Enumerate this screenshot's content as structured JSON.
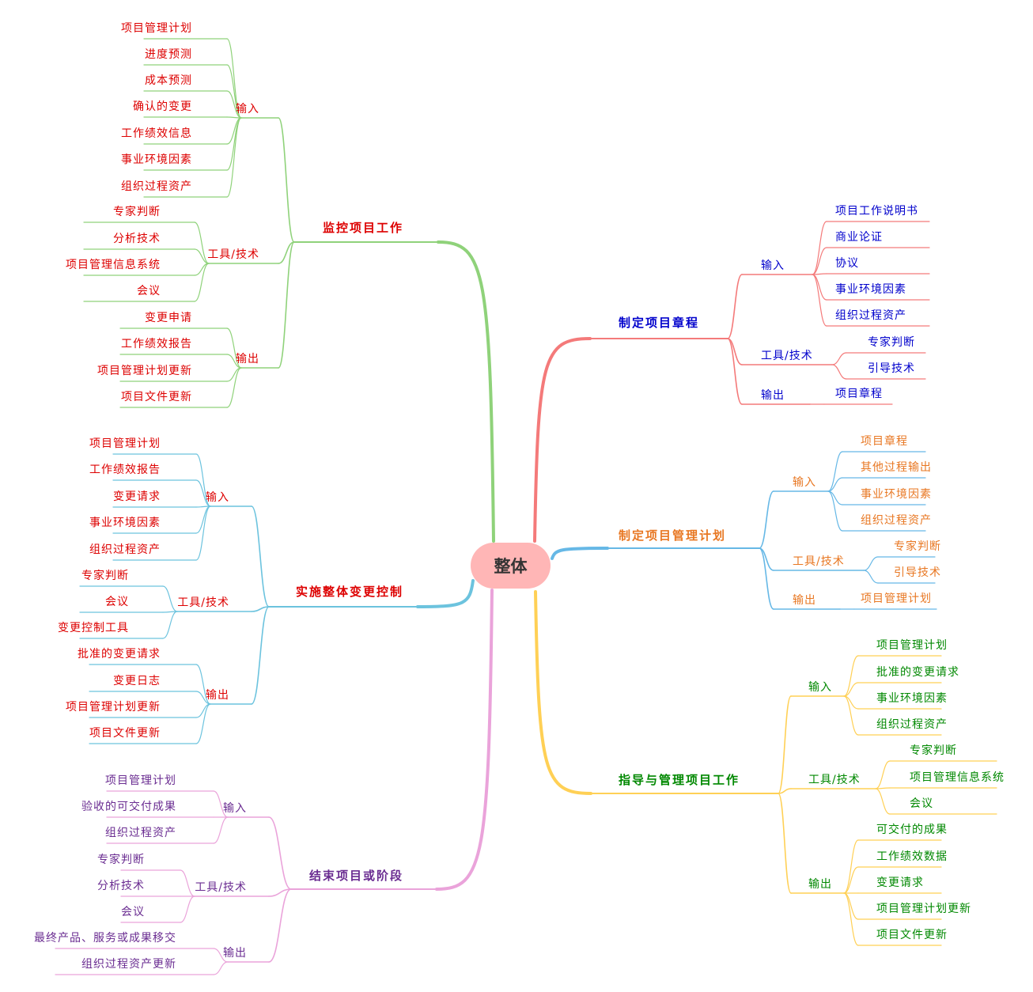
{
  "root": {
    "label": "整体",
    "fill": "#ffb6b6",
    "color": "#333333"
  },
  "branches": [
    {
      "label": "制定项目章程",
      "line_color": "#f47a7a",
      "text_color": "#0000cc",
      "groups": [
        {
          "label": "输入",
          "items": [
            "项目工作说明书",
            "商业论证",
            "协议",
            "事业环境因素",
            "组织过程资产"
          ]
        },
        {
          "label": "工具/技术",
          "items": [
            "专家判断",
            "引导技术"
          ]
        },
        {
          "label": "输出",
          "items": [
            "项目章程"
          ]
        }
      ]
    },
    {
      "label": "制定项目管理计划",
      "line_color": "#66b8e6",
      "text_color": "#e87722",
      "groups": [
        {
          "label": "输入",
          "items": [
            "项目章程",
            "其他过程输出",
            "事业环境因素",
            "组织过程资产"
          ]
        },
        {
          "label": "工具/技术",
          "items": [
            "专家判断",
            "引导技术"
          ]
        },
        {
          "label": "输出",
          "items": [
            "项目管理计划"
          ]
        }
      ]
    },
    {
      "label": "指导与管理项目工作",
      "line_color": "#ffd055",
      "text_color": "#008800",
      "groups": [
        {
          "label": "输入",
          "items": [
            "项目管理计划",
            "批准的变更请求",
            "事业环境因素",
            "组织过程资产"
          ]
        },
        {
          "label": "工具/技术",
          "items": [
            "专家判断",
            "项目管理信息系统",
            "会议"
          ]
        },
        {
          "label": "输出",
          "items": [
            "可交付的成果",
            "工作绩效数据",
            "变更请求",
            "项目管理计划更新",
            "项目文件更新"
          ]
        }
      ]
    },
    {
      "label": "监控项目工作",
      "line_color": "#8fd27a",
      "text_color": "#dd0000",
      "groups": [
        {
          "label": "输入",
          "items": [
            "项目管理计划",
            "进度预测",
            "成本预测",
            "确认的变更",
            "工作绩效信息",
            "事业环境因素",
            "组织过程资产"
          ]
        },
        {
          "label": "工具/技术",
          "items": [
            "专家判断",
            "分析技术",
            "项目管理信息系统",
            "会议"
          ]
        },
        {
          "label": "输出",
          "items": [
            "变更申请",
            "工作绩效报告",
            "项目管理计划更新",
            "项目文件更新"
          ]
        }
      ]
    },
    {
      "label": "实施整体变更控制",
      "line_color": "#6cc3de",
      "text_color": "#dd0000",
      "groups": [
        {
          "label": "输入",
          "items": [
            "项目管理计划",
            "工作绩效报告",
            "变更请求",
            "事业环境因素",
            "组织过程资产"
          ]
        },
        {
          "label": "工具/技术",
          "items": [
            "专家判断",
            "会议",
            "变更控制工具"
          ]
        },
        {
          "label": "输出",
          "items": [
            "批准的变更请求",
            "变更日志",
            "项目管理计划更新",
            "项目文件更新"
          ]
        }
      ]
    },
    {
      "label": "结束项目或阶段",
      "line_color": "#eaa3da",
      "text_color": "#6a2c91",
      "groups": [
        {
          "label": "输入",
          "items": [
            "项目管理计划",
            "验收的可交付成果",
            "组织过程资产"
          ]
        },
        {
          "label": "工具/技术",
          "items": [
            "专家判断",
            "分析技术",
            "会议"
          ]
        },
        {
          "label": "输出",
          "items": [
            "最终产品、服务或成果移交",
            "组织过程资产更新"
          ]
        }
      ]
    }
  ]
}
